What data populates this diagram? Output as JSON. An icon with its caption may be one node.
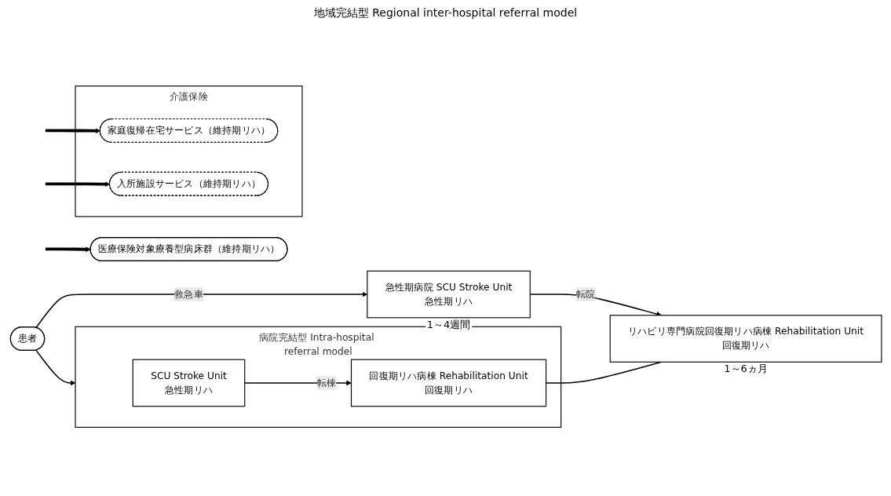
{
  "diagram": {
    "nodes": [
      {
        "text": [
          "患者"
        ]
      },
      {
        "text": [
          "病院完結型 Intra-hospital referral model"
        ]
      },
      {
        "text": [
          "SCU Stroke Unit",
          "急性期リハ"
        ],
        "in": 1
      },
      {
        "text": [
          "回復期リハ病棟 Rehabilitation Unit",
          "回復期リハ"
        ],
        "in": 1
      },
      {
        "text": [
          "急性期病院 SCU Stroke Unit",
          "急性期リハ"
        ],
        "beside": [
          "1～4週間"
        ]
      },
      {
        "text": [
          "リハビリ専門病院回復期リハ病棟 Rehabilitation Unit",
          "回復期リハ"
        ],
        "beside": [
          "1～6ヵ月"
        ]
      },
      {
        "text": [
          "介護保険"
        ]
      },
      {
        "text": [
          "家庭復帰在宅サービス（維持期リハ）"
        ],
        "in": 6
      },
      {
        "text": [
          "入所施設サービス（維持期リハ）"
        ],
        "in": 6
      },
      {
        "text": [
          "医療保険対象療養型病床群（維持期リハ）"
        ]
      }
    ],
    "edges": [
      {
        "from": 0,
        "to": 1,
        "arrow": "to"
      },
      {
        "from": 0,
        "to": 4,
        "arrow": "to",
        "label": "救急車"
      },
      {
        "from": 2,
        "to": 3,
        "arrow": "to",
        "label": "転棟"
      },
      {
        "from": 4,
        "to": 5,
        "arrow": "to",
        "label": "転院"
      },
      {
        "from": 3,
        "to": 5,
        "arrow": "none"
      },
      {
        "from": null,
        "to": 7,
        "arrow": "to",
        "style": "thick"
      },
      {
        "from": null,
        "to": 8,
        "arrow": "to",
        "style": "thick"
      },
      {
        "from": null,
        "to": 9,
        "arrow": "to",
        "style": "thick"
      }
    ],
    "labels": [
      "地域完結型 Regional inter-hospital referral model"
    ]
  }
}
